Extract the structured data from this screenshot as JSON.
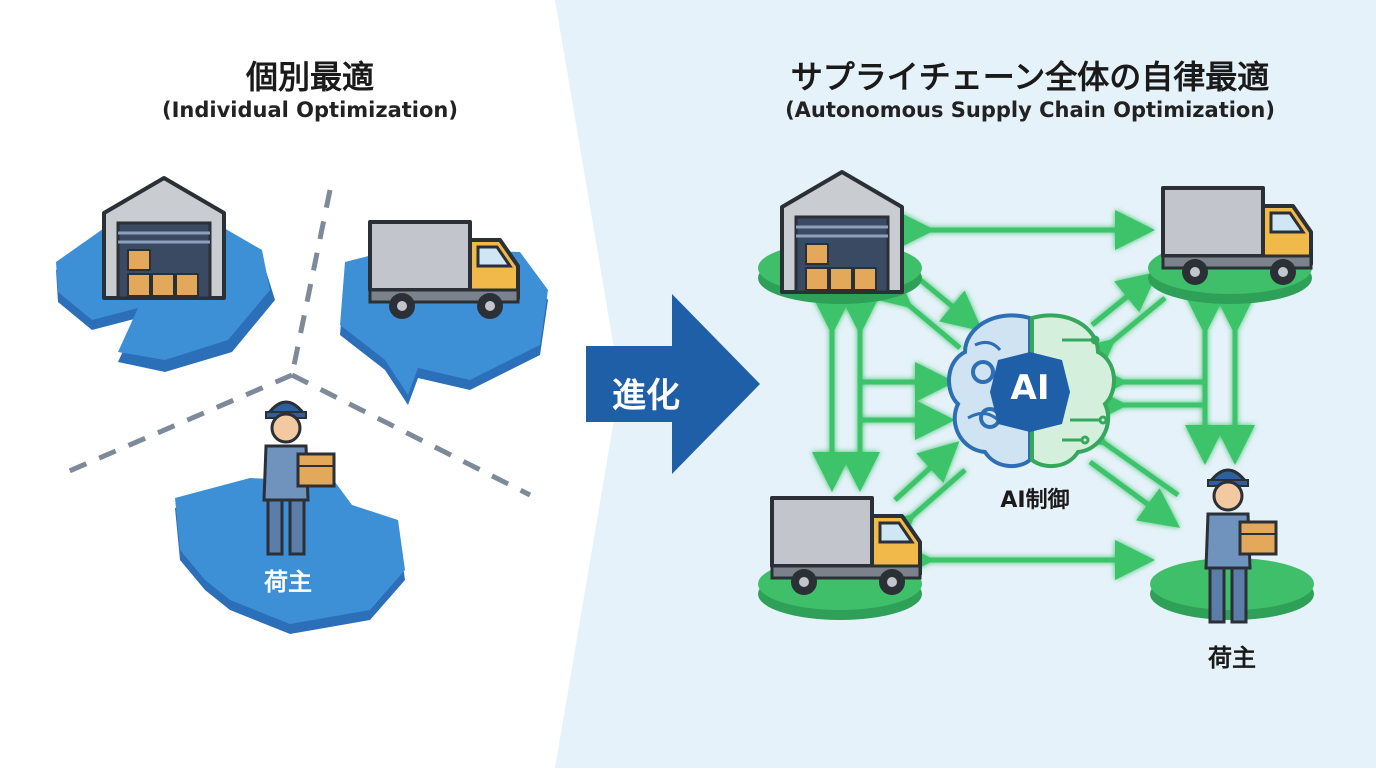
{
  "left_panel": {
    "title": "個別最適",
    "subtitle": "(Individual Optimization)",
    "shipper_label": "荷主"
  },
  "transition": {
    "label": "進化"
  },
  "right_panel": {
    "title": "サプライチェーン全体の自律最適",
    "subtitle": "(Autonomous Supply Chain Optimization)",
    "ai_chip_text": "AI",
    "ai_control_label": "AI制御",
    "shipper_label": "荷主"
  },
  "colors": {
    "left_island": "#3d8fd6",
    "left_island_edge": "#2a6fb8",
    "right_platform": "#3fbf6a",
    "right_platform_edge": "#2fa057",
    "arrow_green": "#3cc46a",
    "evolution_arrow": "#1f5fa8",
    "right_background": "#e6f2fa",
    "ai_blue": "#1f5fa8"
  },
  "icons": [
    "warehouse-icon",
    "truck-icon",
    "worker-icon",
    "box-icon",
    "brain-icon",
    "gear-icon"
  ]
}
